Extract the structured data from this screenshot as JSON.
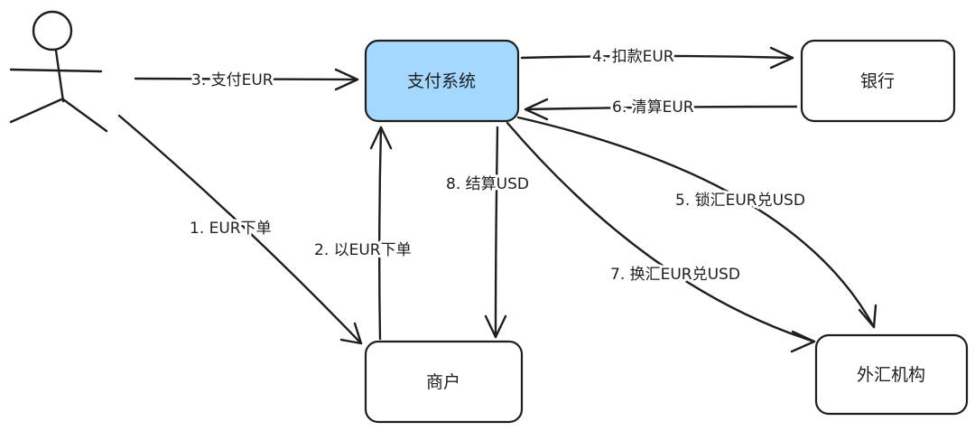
{
  "colors": {
    "stroke": "#1e1e1e",
    "highlight_fill": "#a5d8ff",
    "box_fill": "#ffffff"
  },
  "nodes": {
    "customer": {
      "icon": "stick-figure-icon"
    },
    "payment_system": {
      "label": "支付系统"
    },
    "bank": {
      "label": "银行"
    },
    "merchant": {
      "label": "商户"
    },
    "fx_institution": {
      "label": "外汇机构"
    }
  },
  "edges": {
    "e1": {
      "label": "1. EUR下单"
    },
    "e2": {
      "label": "2. 以EUR下单"
    },
    "e3": {
      "label": "3. 支付EUR"
    },
    "e4": {
      "label": "4. 扣款EUR"
    },
    "e5": {
      "label": "5. 锁汇EUR兑USD"
    },
    "e6": {
      "label": "6. 清算EUR"
    },
    "e7": {
      "label": "7. 换汇EUR兑USD"
    },
    "e8": {
      "label": "8. 结算USD"
    }
  }
}
